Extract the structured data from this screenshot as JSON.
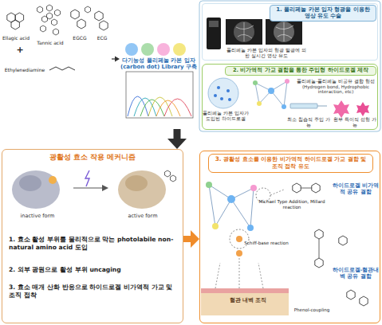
{
  "diagram": {
    "nodes": [
      {
        "text": [
          "Ellagic acid",
          "Tannic acid",
          "EGCG",
          "ECG",
          "Ethylenediamine"
        ]
      },
      {
        "text": [
          "다기능성 폴리페놀 카본 입자 (carbon dot) Library 구축"
        ]
      },
      {
        "text": [
          "1. 폴리페놀 카본 입자 형광을 이용한 영상 유도 수술",
          "폴리페놀 카본 입자의 형광 발광에 의한 실시간 영상 유도"
        ]
      },
      {
        "text": [
          "2. 비가역적 가교 결합을 통한 주입형 하이드로겔 제작",
          "폴리페놀 카본 입자가 도입된 하이드로겔",
          "폴리페놀-폴리페놀 비공유 결합 형성 (Hydrogen bond, Hydrophobic interaction, etc)",
          "최소 침습적 주입 가능",
          "환부 특이적 성형 가능"
        ]
      },
      {
        "text": [
          "광활성 효소 작용 메커니즘",
          "inactive form",
          "active form",
          "1. 효소 활성 부위를 물리적으로 막는 photolabile non-natural amino acid 도입",
          "2. 외부 광원으로 활성 부위 uncaging",
          "3. 효소 매개 산화 반응으로 하이드로겔 비가역적 가교 및 조직 접착"
        ]
      },
      {
        "text": [
          "3. 광활성 효소를 이용한 비가역적 하이드로겔 가교 결합 및 조직 접착 유도",
          "하이드로겔 비가역적 공유 결합",
          "Michael Type Addition, Millard reaction",
          "Schiff-base reaction",
          "하이드로겔-혈관내벽 공유 결합",
          "Phenol-coupling",
          "혈관 내벽 조직"
        ]
      }
    ],
    "edges": [
      {
        "from": 0,
        "to": 1,
        "arrow": "to"
      },
      {
        "from": 1,
        "to": 4,
        "arrow": "to"
      },
      {
        "from": 4,
        "to": 5,
        "arrow": "to"
      }
    ],
    "labels": [
      "+"
    ]
  }
}
